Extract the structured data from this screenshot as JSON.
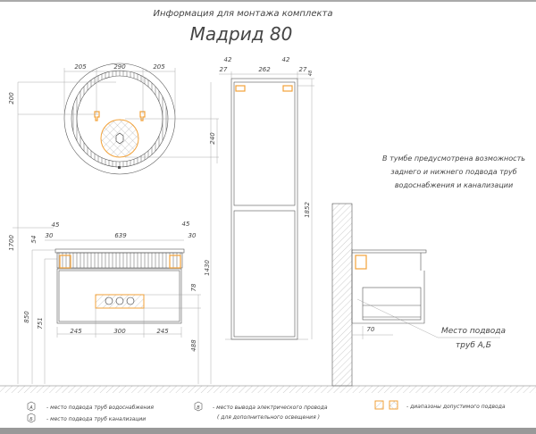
{
  "header": {
    "subtitle": "Информация для монтажа комплекта",
    "title": "Мадрид 80"
  },
  "note": {
    "lines": [
      "В тумбе предусмотрена возможность",
      "заднего и нижнего подвода труб",
      "водоснабжения и канализации"
    ]
  },
  "mirror_dims": {
    "left": "205",
    "center": "290",
    "right": "205",
    "top": "200",
    "lamp": "240"
  },
  "vanity_dims": {
    "width": "639",
    "left_30": "30",
    "left_45": "45",
    "right_45": "45",
    "right_30": "30",
    "d54": "54",
    "h1700": "1700",
    "h850": "850",
    "h751": "751",
    "h78": "78",
    "h488": "488",
    "h1430": "1430",
    "b_left": "245",
    "b_center": "300",
    "b_right": "245"
  },
  "pencil_dims": {
    "l42": "42",
    "l27": "27",
    "w262": "262",
    "r42": "42",
    "r27": "27",
    "d48": "48",
    "h1852": "1852"
  },
  "side": {
    "d70": "70",
    "label1": "Место подвода",
    "label2": "труб А,Б"
  },
  "legend": {
    "a_mark": "А",
    "a_text": "- место подвода труб водоснабжения",
    "b_mark": "Б",
    "b_text": "- место подвода труб канализации",
    "c_mark": "В",
    "c_text1": "- место вывода электрического провода",
    "c_text2": "( для дополнительного освещения )",
    "range_text": "- диапазоны допустимого подвода"
  },
  "colors": {
    "accent": "#f2a23a",
    "line": "#555555"
  }
}
